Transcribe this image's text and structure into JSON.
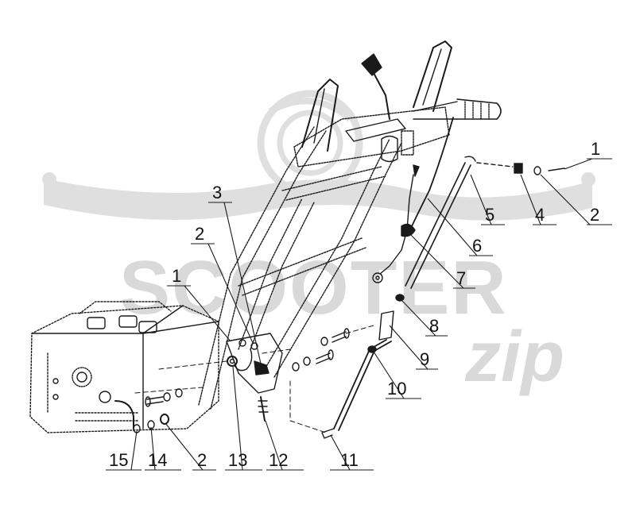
{
  "watermark": {
    "brand_main": "SCOOTER",
    "brand_script": "zip",
    "color": "#d9d9d9"
  },
  "diagram": {
    "line_color": "#1a1a1a",
    "callouts": [
      {
        "id": "c1a",
        "label": "1"
      },
      {
        "id": "c2a",
        "label": "2"
      },
      {
        "id": "c4",
        "label": "4"
      },
      {
        "id": "c5",
        "label": "5"
      },
      {
        "id": "c6",
        "label": "6"
      },
      {
        "id": "c7",
        "label": "7"
      },
      {
        "id": "c8",
        "label": "8"
      },
      {
        "id": "c9",
        "label": "9"
      },
      {
        "id": "c10",
        "label": "10"
      },
      {
        "id": "c11",
        "label": "11"
      },
      {
        "id": "c12",
        "label": "12"
      },
      {
        "id": "c13",
        "label": "13"
      },
      {
        "id": "c2b",
        "label": "2"
      },
      {
        "id": "c14",
        "label": "14"
      },
      {
        "id": "c15",
        "label": "15"
      },
      {
        "id": "c1b",
        "label": "1"
      },
      {
        "id": "c2c",
        "label": "2"
      },
      {
        "id": "c3",
        "label": "3"
      }
    ]
  }
}
